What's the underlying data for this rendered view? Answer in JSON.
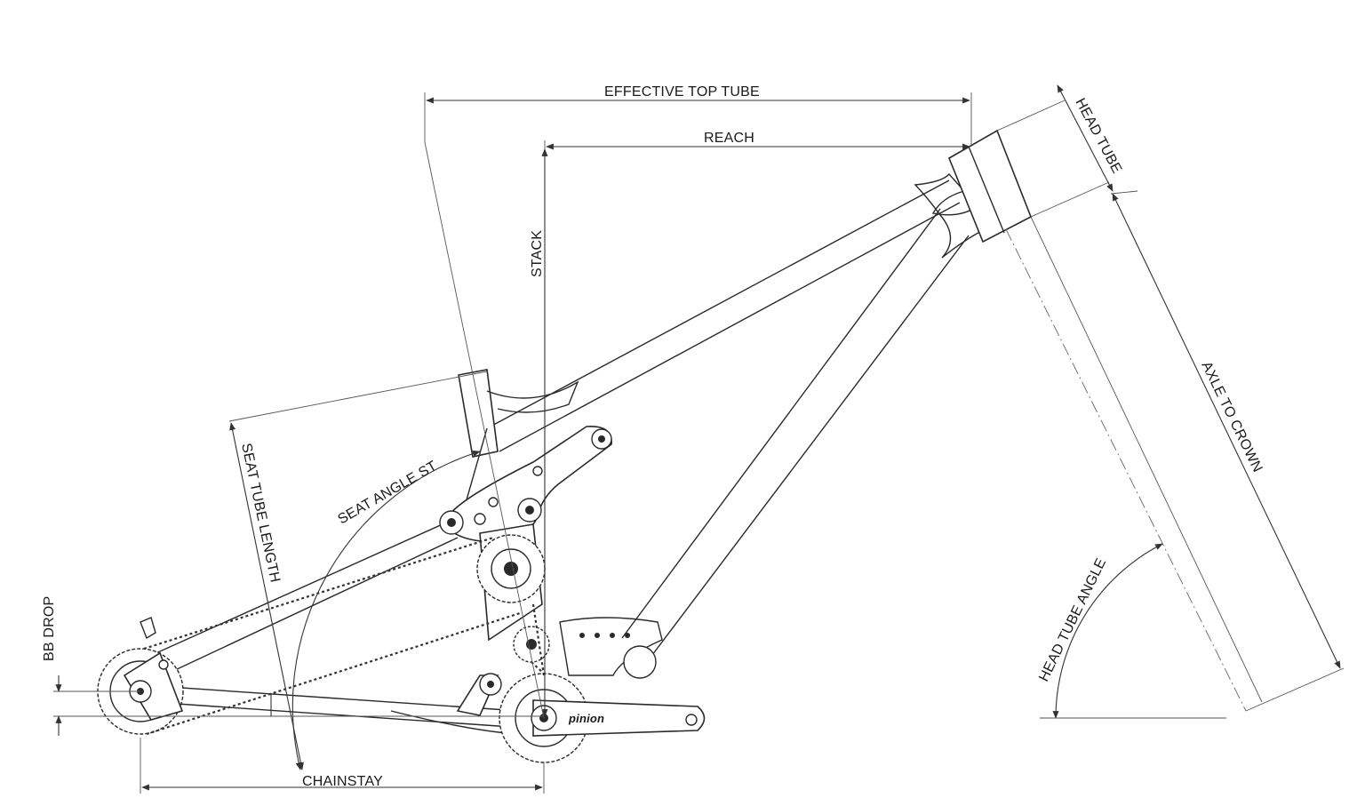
{
  "labels": {
    "effective_top_tube": "EFFECTIVE TOP TUBE",
    "reach": "REACH",
    "stack": "STACK",
    "head_tube": "HEAD TUBE",
    "axle_to_crown": "AXLE TO CROWN",
    "head_tube_angle": "HEAD TUBE ANGLE",
    "seat_angle_st": "SEAT ANGLE ST",
    "seat_tube_length": "SEAT TUBE LENGTH",
    "bb_drop": "BB DROP",
    "chainstay": "CHAINSTAY"
  },
  "branding": {
    "crank_logo": "pinion"
  }
}
